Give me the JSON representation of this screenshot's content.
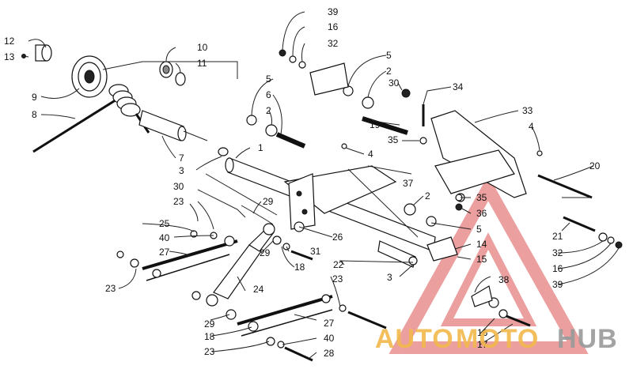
{
  "diagram": {
    "callouts": [
      "1",
      "2",
      "3",
      "4",
      "5",
      "6",
      "7",
      "8",
      "9",
      "10",
      "11",
      "12",
      "13",
      "14",
      "15",
      "16",
      "17",
      "18",
      "19",
      "20",
      "21",
      "22",
      "23",
      "24",
      "25",
      "26",
      "27",
      "28",
      "29",
      "30",
      "31",
      "32",
      "33",
      "34",
      "35",
      "36",
      "37",
      "38",
      "39",
      "40"
    ]
  },
  "watermark": {
    "word_a": "AUTO",
    "word_b": "MOTO",
    "word_c": "HUB",
    "color_primary": "#f2b84b",
    "color_secondary": "#9a9a9a",
    "triangle_color": "#e05a5a"
  }
}
